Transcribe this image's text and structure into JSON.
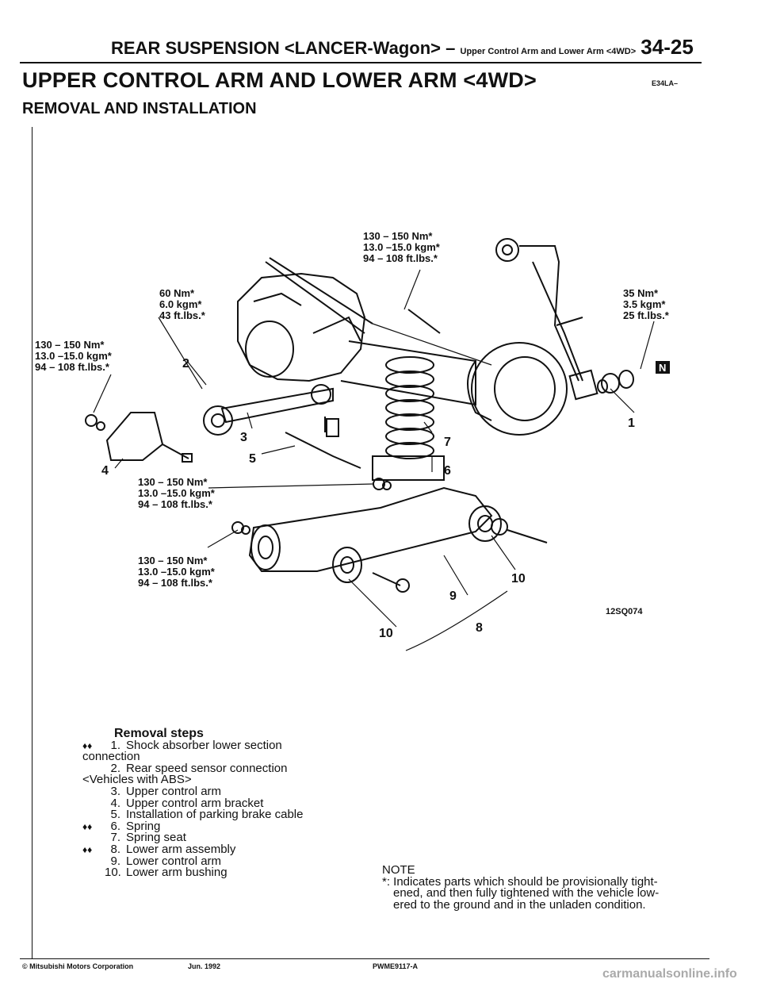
{
  "header": {
    "section": "REAR SUSPENSION <LANCER-Wagon>",
    "dash": "–",
    "subsection": "Upper Control Arm and Lower Arm <4WD>",
    "page": "34-25"
  },
  "title": "UPPER CONTROL ARM AND LOWER ARM <4WD>",
  "doc_code": "E34LA–",
  "subtitle": "REMOVAL AND INSTALLATION",
  "diagram": {
    "code": "12SQ074",
    "torque_labels": [
      {
        "nm": "130 – 150 Nm*",
        "kgm": "13.0 –15.0 kgm*",
        "ftlbs": "94 – 108 ft.lbs.*"
      },
      {
        "nm": "60 Nm*",
        "kgm": "6.0 kgm*",
        "ftlbs": "43 ft.lbs.*"
      },
      {
        "nm": "130 – 150 Nm*",
        "kgm": "13.0 –15.0 kgm*",
        "ftlbs": "94 – 108 ft.lbs.*"
      },
      {
        "nm": "35 Nm*",
        "kgm": "3.5 kgm*",
        "ftlbs": "25 ft.lbs.*"
      },
      {
        "nm": "130 – 150 Nm*",
        "kgm": "13.0 –15.0 kgm*",
        "ftlbs": "94 – 108 ft.lbs.*"
      },
      {
        "nm": "130 – 150 Nm*",
        "kgm": "13.0 –15.0 kgm*",
        "ftlbs": "94 – 108 ft.lbs.*"
      }
    ],
    "callouts": [
      "1",
      "2",
      "3",
      "4",
      "5",
      "6",
      "7",
      "8",
      "9",
      "10",
      "10"
    ],
    "nut_mark": "N"
  },
  "removal_steps": {
    "title": "Removal steps",
    "steps": [
      {
        "num": "1.",
        "text": "Shock absorber lower section",
        "cont": "connection",
        "mark": "♦♦"
      },
      {
        "num": "2.",
        "text": "Rear speed sensor connection",
        "cont": "<Vehicles with ABS>",
        "mark": ""
      },
      {
        "num": "3.",
        "text": "Upper control arm",
        "cont": "",
        "mark": ""
      },
      {
        "num": "4.",
        "text": "Upper control arm bracket",
        "cont": "",
        "mark": ""
      },
      {
        "num": "5.",
        "text": "Installation of parking brake cable",
        "cont": "",
        "mark": ""
      },
      {
        "num": "6.",
        "text": "Spring",
        "cont": "",
        "mark": "♦♦"
      },
      {
        "num": "7.",
        "text": "Spring seat",
        "cont": "",
        "mark": ""
      },
      {
        "num": "8.",
        "text": "Lower arm assembly",
        "cont": "",
        "mark": "♦♦"
      },
      {
        "num": "9.",
        "text": "Lower control arm",
        "cont": "",
        "mark": ""
      },
      {
        "num": "10.",
        "text": "Lower arm bushing",
        "cont": "",
        "mark": ""
      }
    ]
  },
  "note": {
    "heading": "NOTE",
    "text": "*: Indicates parts which should be provisionally tight-ened, and then fully tightened with the vehicle low-ered to the ground and in the unladen condition."
  },
  "footer": {
    "company": "© Mitsubishi Motors Corporation",
    "date": "Jun. 1992",
    "pub": "PWME9117-A",
    "watermark": "carmanualsonline.info"
  }
}
